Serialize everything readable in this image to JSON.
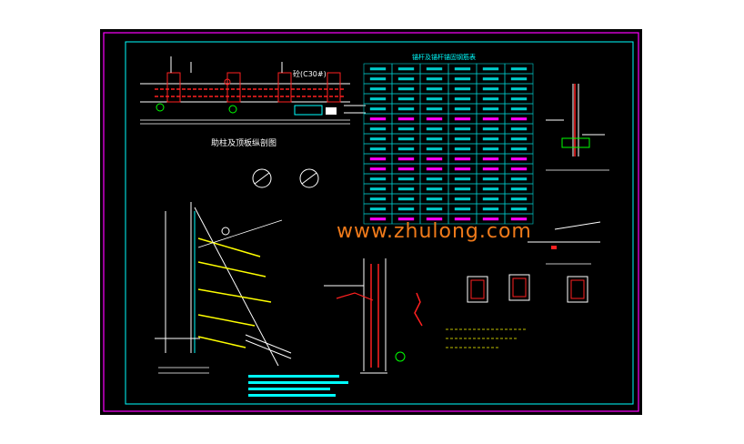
{
  "drawing": {
    "colors": {
      "background": "#000000",
      "frame_outer": "#ff00ff",
      "frame_inner": "#00ffff",
      "rebar": "#ff2020",
      "linework": "#ffffff",
      "yellow": "#ffff00",
      "green": "#00ff00",
      "table_cell": "#00cccc",
      "highlight": "#ff00ff"
    },
    "section_title": "助柱及顶板纵剖图",
    "concrete_label": "砼(C30#)",
    "table_title": "锚杆及锚杆锚固钢筋表",
    "watermark": "www.zhulong.com",
    "table_rows": 16,
    "table_cols": 6
  }
}
